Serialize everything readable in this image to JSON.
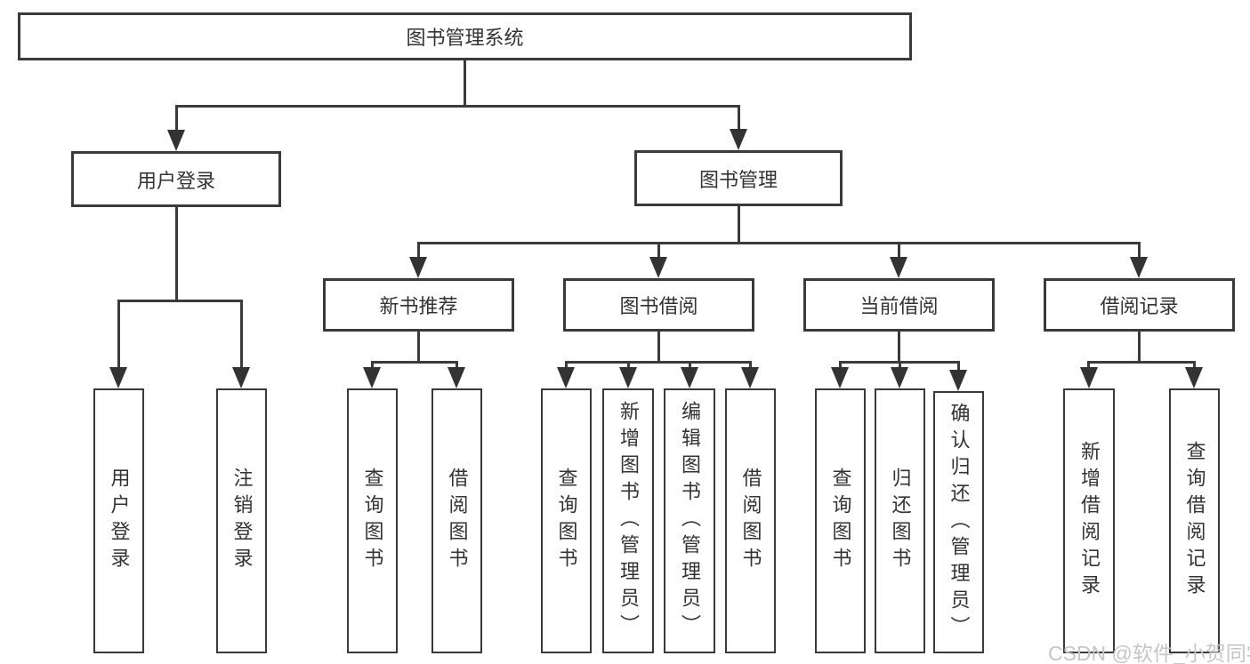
{
  "diagram_type": "functional-structure-tree",
  "colors": {
    "background": "#ffffff",
    "box_border": "#3a3a3a",
    "connector_line": "#3b3b3b",
    "text": "#333333",
    "watermark": "#c6c6c6"
  },
  "tree": {
    "root": "图书管理系统",
    "branches": {
      "user_login": {
        "label": "用户登录",
        "leaves": {
          "login": "用户登录",
          "logout": "注销登录"
        }
      },
      "book_mgmt": {
        "label": "图书管理",
        "sections": {
          "new_books": {
            "label": "新书推荐",
            "leaves": {
              "query": "查询图书",
              "borrow": "借阅图书"
            }
          },
          "book_borrow": {
            "label": "图书借阅",
            "leaves": {
              "query": "查询图书",
              "add": "新增图书（管理员）",
              "edit": "编辑图书（管理员）",
              "borrow": "借阅图书"
            }
          },
          "current_borrow": {
            "label": "当前借阅",
            "leaves": {
              "query": "查询图书",
              "return": "归还图书",
              "confirm": "确认归还（管理员）"
            }
          },
          "borrow_records": {
            "label": "借阅记录",
            "leaves": {
              "add": "新增借阅记录",
              "query": "查询借阅记录"
            }
          }
        }
      }
    }
  },
  "watermark": "CSDN @软件_小贺同学"
}
